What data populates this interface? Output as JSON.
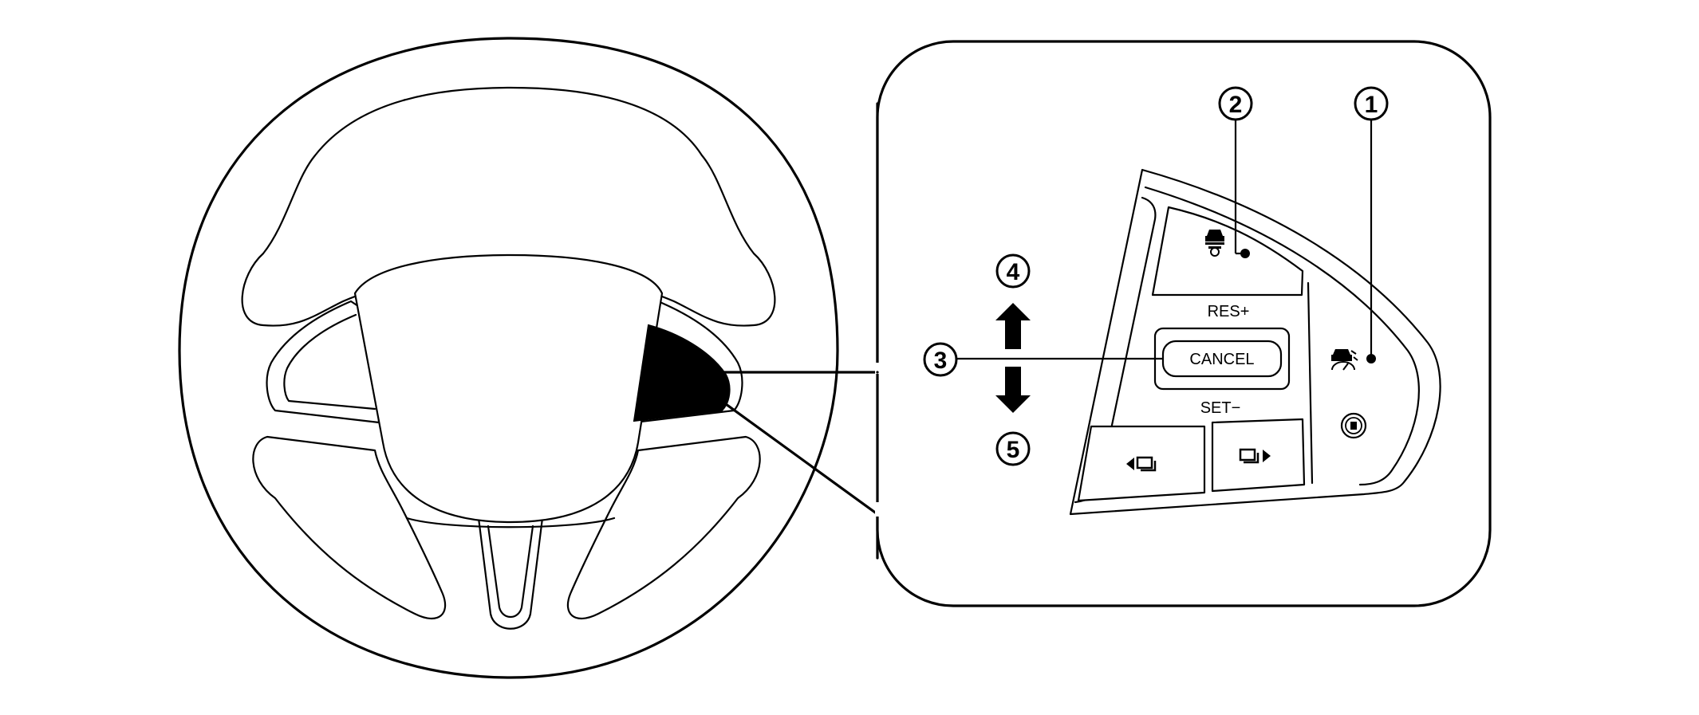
{
  "callouts": {
    "c1": "1",
    "c2": "2",
    "c3": "3",
    "c4": "4",
    "c5": "5"
  },
  "buttons": {
    "res_plus": "RES+",
    "cancel": "CANCEL",
    "set_minus": "SET−"
  },
  "icons": {
    "distance": "vehicle-distance-icon",
    "cruise_main": "cruise-control-main-icon",
    "lane": "lane-assist-icon",
    "display_left": "display-left-arrow-icon",
    "display_right": "display-right-arrow-icon",
    "arrow_up": "arrow-up-icon",
    "arrow_down": "arrow-down-icon"
  }
}
